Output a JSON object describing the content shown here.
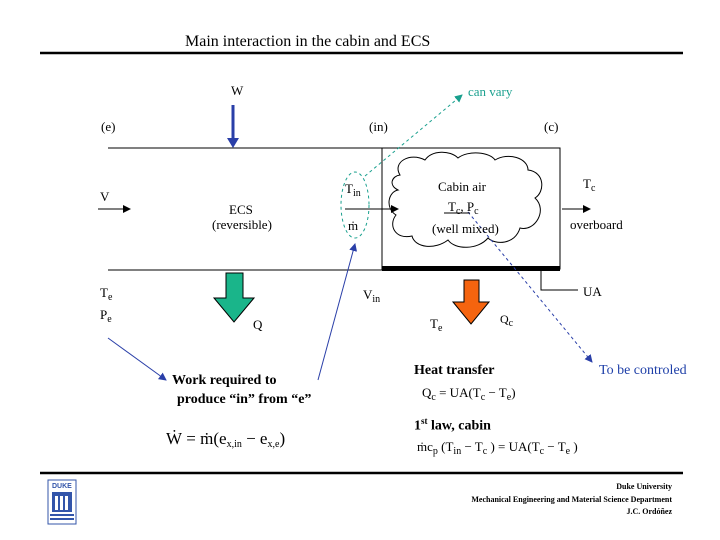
{
  "title": "Main interaction in the cabin and ECS",
  "labels": {
    "W": "W",
    "can_vary": "can vary",
    "e": "(e)",
    "in": "(in)",
    "c": "(c)",
    "V": "V",
    "ECS": "ECS",
    "reversible": "(reversible)",
    "Tin": "T",
    "Tin_sub": "in",
    "mdot": "ṁ",
    "cabin_air": "Cabin air",
    "Tc_Pc": "T",
    "well_mixed": "(well mixed)",
    "Tc_right": "T",
    "overboard": "overboard",
    "Te": "T",
    "Pe": "P",
    "Q": "Q",
    "Vin": "V",
    "Vin_sub": "in",
    "Te_bottom": "T",
    "Qc": "Q",
    "UA": "UA",
    "to_be_controlled": "To be controled",
    "heat_transfer": "Heat transfer",
    "heat_eq": "Q",
    "work_required_1": "Work required to",
    "work_required_2": "produce “in” from “e”",
    "first_law": "1",
    "first_law_rest": "st",
    "first_law_tail": " law,  cabin",
    "work_eq": "Ẇ = ṁ(e",
    "energy_eq": "ṁc"
  },
  "footer": {
    "line1": "Duke University",
    "line2": "Mechanical Engineering and Material Science Department",
    "line3": "J.C. Ordóñez"
  },
  "logo": {
    "text": "DUKE"
  },
  "colors": {
    "green_arrow": "#1ab58a",
    "orange_arrow": "#f5640f",
    "blue_arrow": "#2a3fa8",
    "teal": "#19a08e"
  }
}
